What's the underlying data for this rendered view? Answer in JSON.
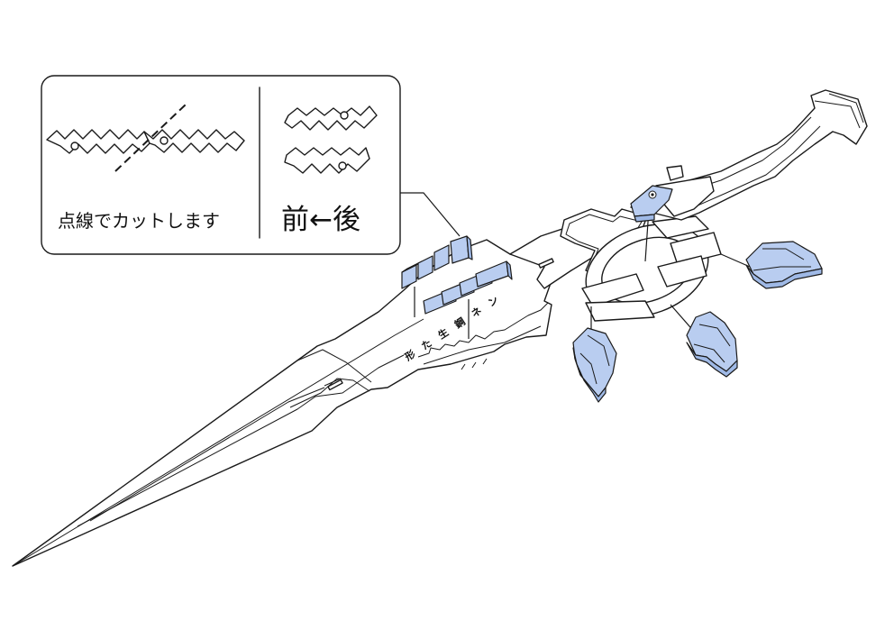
{
  "instruction_panel": {
    "cut_caption": "点線でカットします",
    "direction_caption": "前←後"
  },
  "engraving": {
    "glyphs": [
      "形",
      "た",
      "生",
      "鋼",
      "ネ",
      "ン"
    ]
  },
  "colors": {
    "part_highlight": "#b9cdf0",
    "line": "#1a1a1a",
    "background": "#ffffff"
  }
}
